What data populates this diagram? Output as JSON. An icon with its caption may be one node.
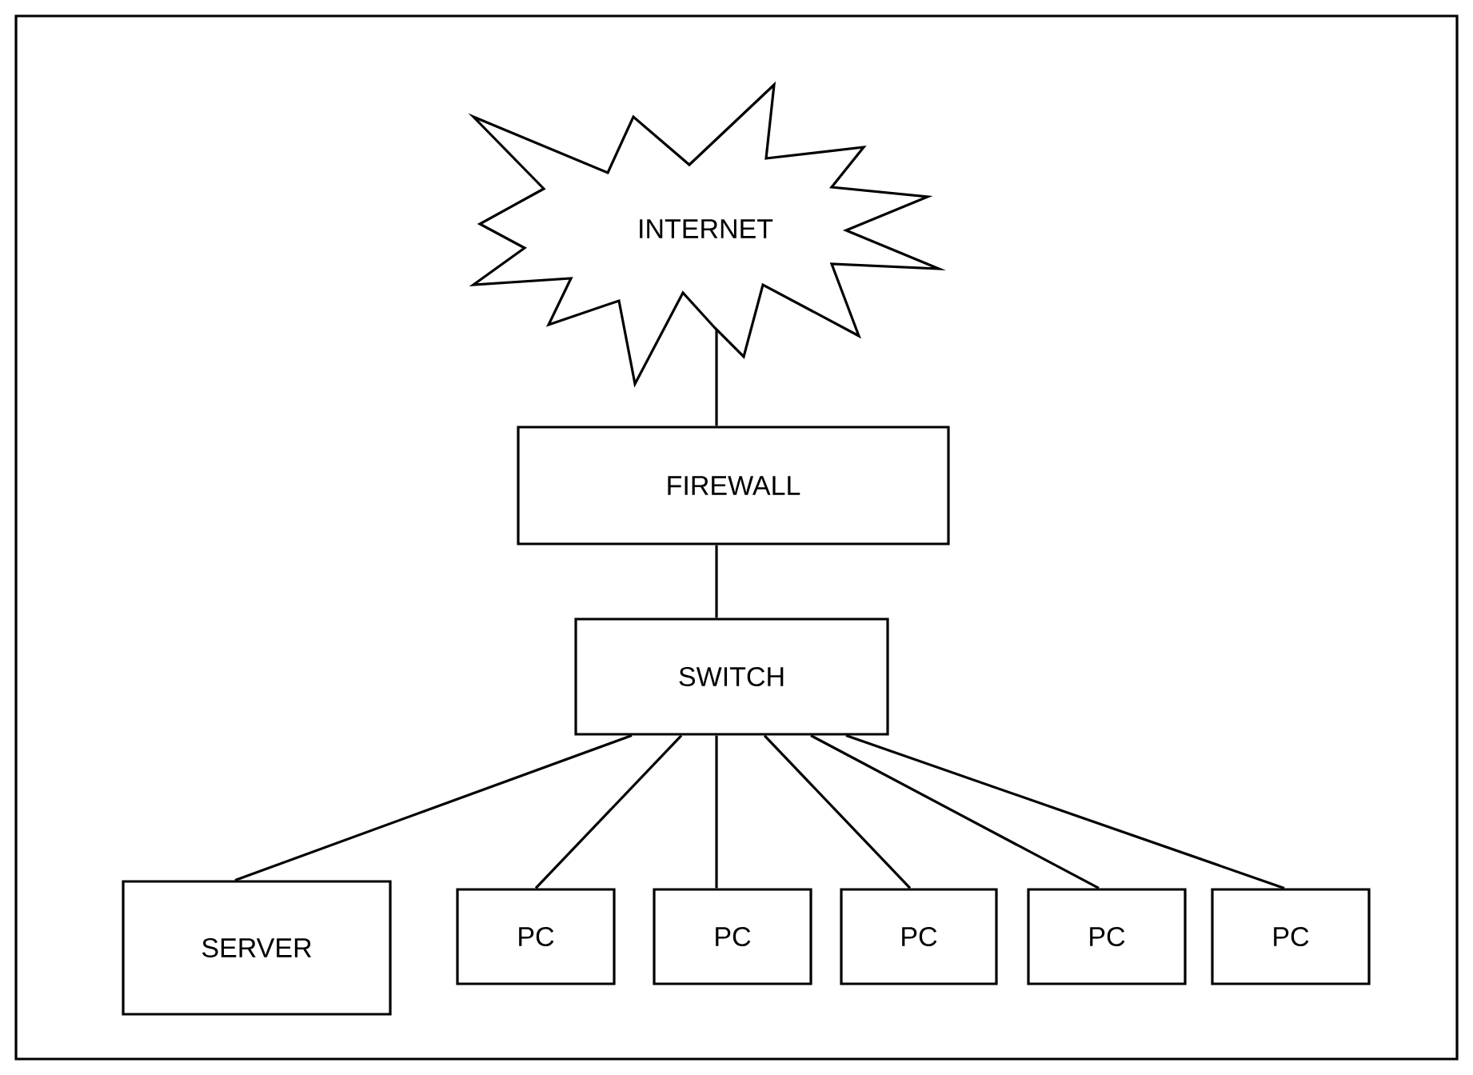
{
  "diagram": {
    "nodes": [
      {
        "text": [
          "INTERNET"
        ]
      },
      {
        "text": [
          "FIREWALL"
        ]
      },
      {
        "text": [
          "SWITCH"
        ]
      },
      {
        "text": [
          "SERVER"
        ]
      },
      {
        "text": [
          "PC"
        ]
      },
      {
        "text": [
          "PC"
        ]
      },
      {
        "text": [
          "PC"
        ]
      },
      {
        "text": [
          "PC"
        ]
      },
      {
        "text": [
          "PC"
        ]
      }
    ],
    "edges": [
      {
        "from": 0,
        "to": 1,
        "arrow": "none"
      },
      {
        "from": 1,
        "to": 2,
        "arrow": "none"
      },
      {
        "from": 2,
        "to": 3,
        "arrow": "none"
      },
      {
        "from": 2,
        "to": 4,
        "arrow": "none"
      },
      {
        "from": 2,
        "to": 5,
        "arrow": "none"
      },
      {
        "from": 2,
        "to": 6,
        "arrow": "none"
      },
      {
        "from": 2,
        "to": 7,
        "arrow": "none"
      },
      {
        "from": 2,
        "to": 8,
        "arrow": "none"
      }
    ]
  }
}
